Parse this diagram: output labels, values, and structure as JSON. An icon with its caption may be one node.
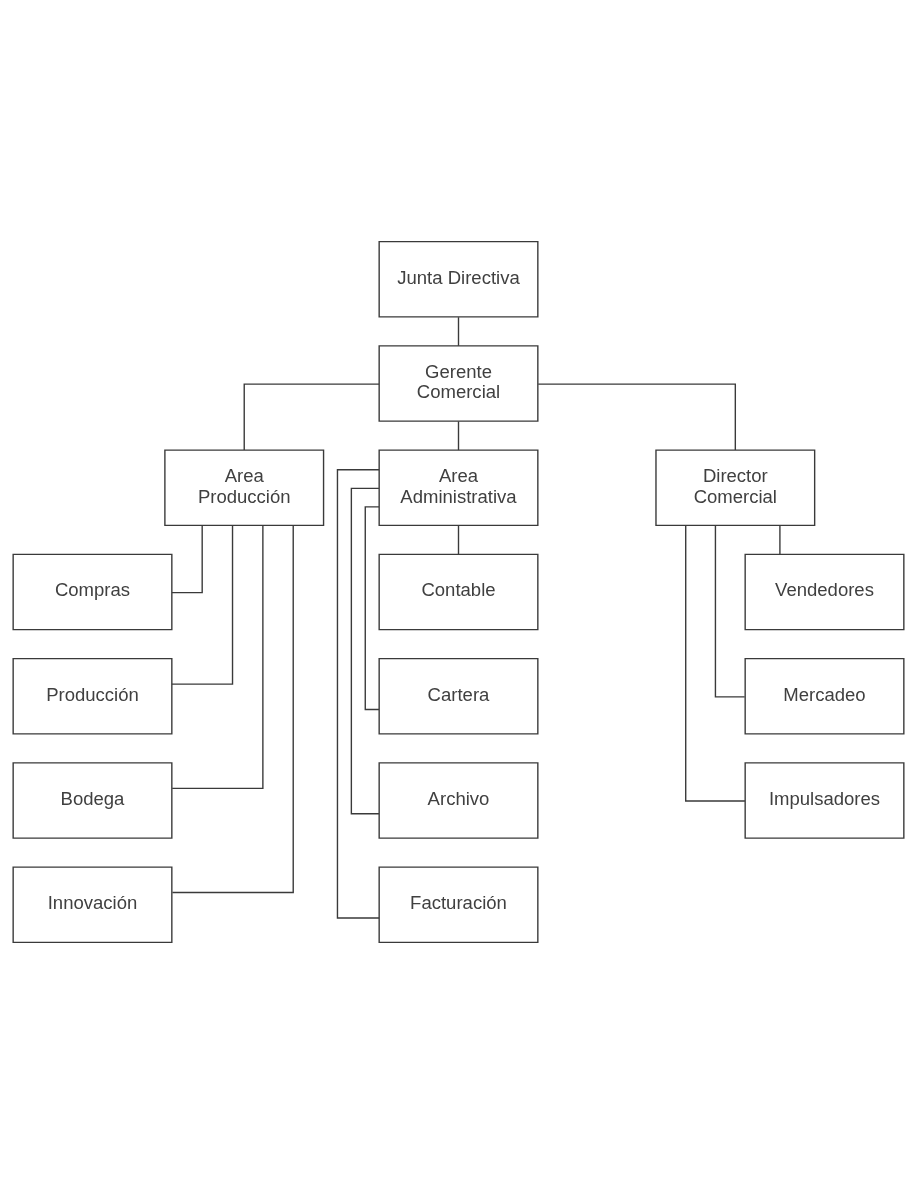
{
  "diagram": {
    "nodes": [
      {
        "text": [
          "Junta Directiva"
        ]
      },
      {
        "text": [
          "Gerente Comercial"
        ]
      },
      {
        "text": [
          "Area Producción"
        ]
      },
      {
        "text": [
          "Area Administrativa"
        ]
      },
      {
        "text": [
          "Director Comercial"
        ]
      },
      {
        "text": [
          "Compras"
        ]
      },
      {
        "text": [
          "Producción"
        ]
      },
      {
        "text": [
          "Bodega"
        ]
      },
      {
        "text": [
          "Innovación"
        ]
      },
      {
        "text": [
          "Contable"
        ]
      },
      {
        "text": [
          "Cartera"
        ]
      },
      {
        "text": [
          "Archivo"
        ]
      },
      {
        "text": [
          "Facturación"
        ]
      },
      {
        "text": [
          "Vendedores"
        ]
      },
      {
        "text": [
          "Mercadeo"
        ]
      },
      {
        "text": [
          "Impulsadores"
        ]
      }
    ],
    "edges": [
      {
        "from": 0,
        "to": 1,
        "arrow": "none"
      },
      {
        "from": 1,
        "to": 2,
        "arrow": "none"
      },
      {
        "from": 1,
        "to": 3,
        "arrow": "none"
      },
      {
        "from": 1,
        "to": 4,
        "arrow": "none"
      },
      {
        "from": 2,
        "to": 5,
        "arrow": "none"
      },
      {
        "from": 2,
        "to": 6,
        "arrow": "none"
      },
      {
        "from": 2,
        "to": 7,
        "arrow": "none"
      },
      {
        "from": 2,
        "to": 8,
        "arrow": "none"
      },
      {
        "from": 3,
        "to": 9,
        "arrow": "none"
      },
      {
        "from": 3,
        "to": 10,
        "arrow": "none"
      },
      {
        "from": 3,
        "to": 11,
        "arrow": "none"
      },
      {
        "from": 3,
        "to": 12,
        "arrow": "none"
      },
      {
        "from": 4,
        "to": 13,
        "arrow": "none"
      },
      {
        "from": 4,
        "to": 14,
        "arrow": "none"
      },
      {
        "from": 4,
        "to": 15,
        "arrow": "none"
      }
    ]
  }
}
